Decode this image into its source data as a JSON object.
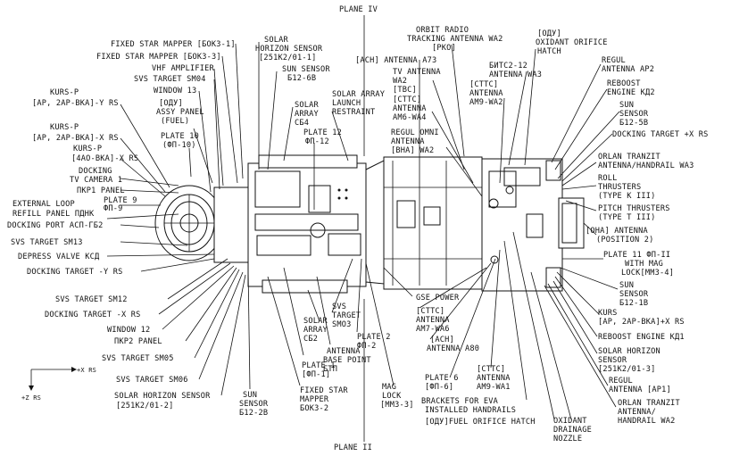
{
  "planes": {
    "top": "PLANE IV",
    "bottom": "PLANE II"
  },
  "axes": {
    "x": "+X RS",
    "z": "+Z RS"
  },
  "labels_left": [
    "KURS-P",
    "[AP, 2AP-BKA]-Y RS",
    "KURS-P",
    "[AP, 2AP-BKA]-X RS",
    "KURS-P",
    "[4AO-BKA]-X RS",
    "DOCKING",
    "TV CAMERA 1",
    "ПКР1 PANEL",
    "PLATE 9",
    "ФП-9",
    "EXTERNAL LOOP",
    "REFILL PANEL ПДНК",
    "DOCKING PORT АСП-ГБ2",
    "SVS TARGET SM13",
    "DEPRESS VALVE КСД",
    "DOCKING TARGET -Y RS",
    "SVS TARGET SM12",
    "DOCKING TARGET -X RS",
    "WINDOW 12",
    "ПКР2 PANEL",
    "SVS TARGET SM05",
    "SVS TARGET SM06",
    "SOLAR HORIZON SENSOR",
    "[251K2/01-2]"
  ],
  "labels_top_left": [
    "FIXED STAR MAPPER [БОКЗ-1]",
    "FIXED STAR MAPPER [БОКЗ-3]",
    "VHF AMPLIFIER",
    "SVS TARGET SM04",
    "WINDOW 13",
    "[ОДУ]",
    "ASSY PANEL",
    "(FUEL)",
    "PLATE 10",
    "(ФП-10)"
  ],
  "labels_top_center": [
    "SOLAR",
    "HORIZON SENSOR",
    "[251K2/01-1]",
    "SUN SENSOR",
    "Б12-6В",
    "SOLAR",
    "ARRAY",
    "СБ4",
    "PLATE 12",
    "ФП-12",
    "SOLAR ARRAY",
    "LAUNCH",
    "RESTRAINT"
  ],
  "labels_top_right": [
    "ORBIT RADIO",
    "TRACKING ANTENNA WA2",
    "[PKO]",
    "[АСН] ANTENNA A73",
    "TV ANTENNA",
    "WA2",
    "[ТВС]",
    "[СТТС]",
    "ANTENNA",
    "AM6-WA4",
    "REGUL OMNI",
    "ANTENNA",
    "[ВНА] WA2",
    "БИТС2-12",
    "ANTENNA WA3",
    "[СТТС]",
    "ANTENNA",
    "AM9-WA2",
    "[ОДУ]",
    "OXIDANT ORIFICE",
    "HATCH"
  ],
  "labels_right": [
    "REGUL",
    "ANTENNA AP2",
    "REBOOST",
    "ENGINE КД2",
    "SUN",
    "SENSOR",
    "Б12-5В",
    "DOCKING TARGET +X RS",
    "ORLAN TRANZIT",
    "ANTENNA/HANDRAIL WA3",
    "ROLL",
    "THRUSTERS",
    "(TYPE K III)",
    "PITCH THRUSTERS",
    "(TYPE T III)",
    "[ОНА] ANTENNA",
    "(POSITION 2)",
    "PLATE 11 ФП-II",
    "WITH MAG",
    "LOCK[ММЗ-4]",
    "SUN",
    "SENSOR",
    "Б12-1В",
    "KURS",
    "[AP, 2AP-BKA]+X RS",
    "REBOOST ENGINE КД1",
    "SOLAR HORIZON",
    "SENSOR",
    "[251K2/01-3]",
    "REGUL",
    "ANTENNA [AP1]",
    "ORLAN TRANZIT",
    "ANTENNA/",
    "HANDRAIL WA2"
  ],
  "labels_bottom": [
    "SUN",
    "SENSOR",
    "Б12-2В",
    "FIXED STAR",
    "MAPPER",
    "БОКЗ-2",
    "PLATE 1",
    "[ФП-1]",
    "ANTENNA",
    "BASE POINT",
    "БТП",
    "SOLAR",
    "ARRAY",
    "СБ2",
    "SVS",
    "TARGET",
    "SMO3",
    "PLATE 2",
    "ФП-2",
    "MAG",
    "LOCK",
    "[ММЗ-3]",
    "GSE POWER",
    "[СТТС]",
    "ANTENNA",
    "AM7-WA6",
    "[АСН]",
    "ANTENNA A80",
    "PLATE 6",
    "[ФП-6]",
    "[СТТС]",
    "ANTENNA",
    "AM9-WA1",
    "BRACKETS FOR EVA",
    "INSTALLED HANDRAILS",
    "[ОДУ]FUEL ORIFICE HATCH",
    "OXIDANT",
    "DRAINAGE",
    "NOZZLE"
  ]
}
